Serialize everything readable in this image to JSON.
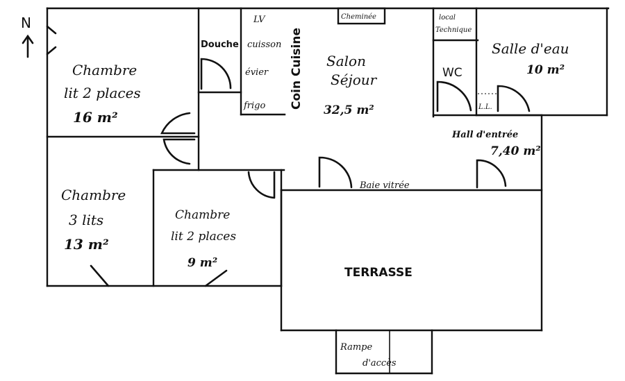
{
  "compass": {
    "letter": "N",
    "arrow": "↑"
  },
  "rooms": {
    "chambre_16": {
      "name": "Chambre",
      "detail": "lit 2 places",
      "area": "16 m²"
    },
    "douche": {
      "name": "Douche"
    },
    "cuisine": {
      "name": "Coin Cuisine",
      "items": [
        "LV",
        "cuisson",
        "évier",
        "frigo"
      ]
    },
    "cheminee": {
      "name": "Cheminée"
    },
    "salon": {
      "name": "Salon",
      "name2": "Séjour",
      "area": "32,5 m²"
    },
    "local_technique": {
      "name": "local",
      "name2": "Technique"
    },
    "wc": {
      "name": "WC"
    },
    "salle_eau": {
      "name": "Salle d'eau",
      "area": "10 m²"
    },
    "linge": {
      "name": "L.L."
    },
    "hall": {
      "name": "Hall d'entrée",
      "area": "7,40 m²"
    },
    "chambre_13": {
      "name": "Chambre",
      "detail": "3 lits",
      "area": "13 m²"
    },
    "chambre_9": {
      "name": "Chambre",
      "detail": "lit 2 places",
      "area": "9 m²"
    },
    "baie": {
      "name": "Baie vitrée"
    },
    "terrasse": {
      "name": "TERRASSE"
    },
    "rampe": {
      "name": "Rampe",
      "name2": "d'accès"
    }
  },
  "colors": {
    "ink": "#111111",
    "paper": "#ffffff"
  }
}
